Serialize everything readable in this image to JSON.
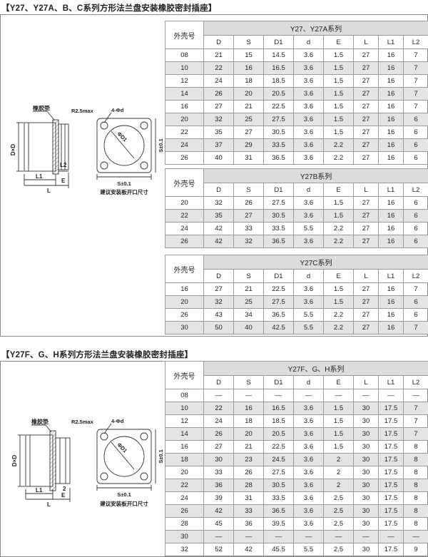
{
  "section1": {
    "title": "【Y27、Y27A、B、C系列方形法兰盘安装橡胶密封插座】",
    "diagram": {
      "gasket": "橡胶垫",
      "dd": "D×D",
      "l1": "L1",
      "l": "L",
      "l2": "L2",
      "e": "E",
      "r": "R2.5max",
      "holes": "4-Φd",
      "d1": "ΦD1",
      "s_side": "S±0.1",
      "s_bottom": "S±0.1",
      "caption": "建议安装板开口尺寸"
    },
    "tables": [
      {
        "shell_label": "外壳号",
        "series": "Y27、Y27A系列",
        "columns": [
          "D",
          "S",
          "D1",
          "d",
          "E",
          "L",
          "L1",
          "L2"
        ],
        "rows": [
          [
            "08",
            "21",
            "15",
            "14.5",
            "3.6",
            "1.5",
            "27",
            "16",
            "7"
          ],
          [
            "10",
            "22",
            "16",
            "16.5",
            "3.6",
            "1.5",
            "27",
            "16",
            "7"
          ],
          [
            "12",
            "24",
            "18",
            "18.5",
            "3.6",
            "1.5",
            "27",
            "16",
            "7"
          ],
          [
            "14",
            "26",
            "20",
            "20.5",
            "3.6",
            "1.5",
            "27",
            "16",
            "7"
          ],
          [
            "16",
            "27",
            "21",
            "22.5",
            "3.6",
            "1.5",
            "27",
            "16",
            "7"
          ],
          [
            "20",
            "32",
            "25",
            "27.5",
            "3.6",
            "1.5",
            "27",
            "16",
            "6"
          ],
          [
            "22",
            "35",
            "27",
            "30.5",
            "3.6",
            "1.5",
            "27",
            "16",
            "6"
          ],
          [
            "24",
            "37",
            "29",
            "33.5",
            "3.6",
            "2.2",
            "27",
            "16",
            "6"
          ],
          [
            "26",
            "40",
            "31",
            "36.5",
            "3.6",
            "2.2",
            "27",
            "16",
            "6"
          ]
        ]
      },
      {
        "shell_label": "外壳号",
        "series": "Y27B系列",
        "columns": [
          "D",
          "S",
          "D1",
          "d",
          "E",
          "L",
          "L1",
          "L2"
        ],
        "rows": [
          [
            "20",
            "32",
            "26",
            "27.5",
            "3.6",
            "1.5",
            "27",
            "16",
            "6"
          ],
          [
            "22",
            "35",
            "27",
            "30.5",
            "3.6",
            "1.5",
            "27",
            "16",
            "6"
          ],
          [
            "24",
            "42",
            "33",
            "33.5",
            "5.5",
            "2.2",
            "27",
            "16",
            "6"
          ],
          [
            "26",
            "42",
            "32",
            "36.5",
            "3.6",
            "2.2",
            "27",
            "16",
            "6"
          ]
        ]
      },
      {
        "shell_label": "外壳号",
        "series": "Y27C系列",
        "columns": [
          "D",
          "S",
          "D1",
          "d",
          "E",
          "L",
          "L1",
          "L2"
        ],
        "rows": [
          [
            "16",
            "27",
            "21",
            "22.5",
            "3.6",
            "1.5",
            "27",
            "16",
            "7"
          ],
          [
            "20",
            "32",
            "25",
            "27.5",
            "3.6",
            "1.5",
            "27",
            "16",
            "6"
          ],
          [
            "26",
            "43",
            "34",
            "36.5",
            "5.5",
            "2.2",
            "27",
            "16",
            "6"
          ],
          [
            "30",
            "50",
            "40",
            "42.5",
            "5.5",
            "2.2",
            "27",
            "16",
            "7"
          ]
        ]
      }
    ]
  },
  "section2": {
    "title": "【Y27F、G、H系列方形法兰盘安装橡胶密封插座】",
    "diagram": {
      "gasket": "橡胶垫",
      "dd": "D×D",
      "l1": "L1",
      "l": "L",
      "two": "2",
      "e": "E",
      "r": "R2.5max",
      "holes": "4-Φd",
      "d1": "ΦD1",
      "s_side": "S±0.1",
      "s_bottom": "S±0.1",
      "caption": "建议安装板开口尺寸"
    },
    "tables": [
      {
        "shell_label": "外壳号",
        "series": "Y27F、G、H系列",
        "columns": [
          "D",
          "S",
          "D1",
          "d",
          "E",
          "L",
          "L1",
          "L2"
        ],
        "rows": [
          [
            "08",
            "—",
            "—",
            "—",
            "—",
            "—",
            "—",
            "—",
            "—"
          ],
          [
            "10",
            "22",
            "16",
            "16.5",
            "3.6",
            "1.5",
            "30",
            "17.5",
            "7"
          ],
          [
            "12",
            "24",
            "18",
            "18.5",
            "3.6",
            "1.5",
            "30",
            "17.5",
            "7"
          ],
          [
            "14",
            "26",
            "20",
            "20.5",
            "3.6",
            "1.5",
            "30",
            "17.5",
            "7"
          ],
          [
            "16",
            "27",
            "21",
            "22.5",
            "3.6",
            "1.5",
            "30",
            "17.5",
            "8"
          ],
          [
            "18",
            "30",
            "23",
            "24.5",
            "3.6",
            "2",
            "30",
            "17.5",
            "8"
          ],
          [
            "20",
            "33",
            "26",
            "27.5",
            "3.6",
            "2",
            "30",
            "17.5",
            "8"
          ],
          [
            "22",
            "36",
            "28",
            "30.5",
            "3.6",
            "2",
            "30",
            "17.5",
            "8"
          ],
          [
            "24",
            "39",
            "31",
            "33.5",
            "3.6",
            "2.5",
            "30",
            "17.5",
            "8"
          ],
          [
            "26",
            "42",
            "33",
            "36.5",
            "3.6",
            "2.5",
            "30",
            "17.5",
            "8"
          ],
          [
            "28",
            "45",
            "36",
            "39.5",
            "3.6",
            "2.5",
            "30",
            "17.5",
            "8"
          ],
          [
            "30",
            "—",
            "—",
            "—",
            "—",
            "—",
            "—",
            "—",
            "—"
          ],
          [
            "32",
            "52",
            "42",
            "45.5",
            "5.5",
            "2.5",
            "30",
            "17.5",
            "9"
          ]
        ]
      }
    ]
  }
}
